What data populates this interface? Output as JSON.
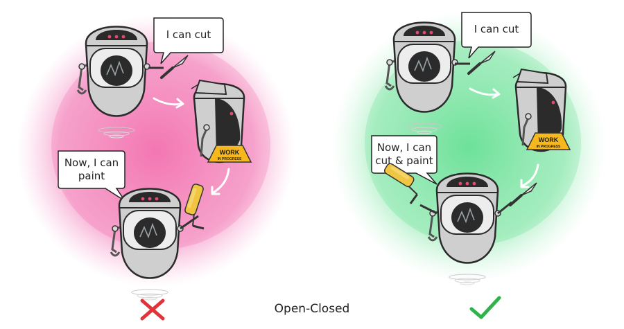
{
  "caption": "Open-Closed",
  "left_panel": {
    "bubble_cut": "I can cut",
    "bubble_paint_lines": [
      "Now, I can",
      "paint"
    ],
    "sign_lines": [
      "WORK",
      "IN PROGRESS"
    ],
    "mark_icon": "cross-icon",
    "mark_color": "#e0333a",
    "blob_color": "#f06bb0"
  },
  "right_panel": {
    "bubble_cut": "I can cut",
    "bubble_paint_lines": [
      "Now, I can",
      "cut & paint"
    ],
    "sign_lines": [
      "WORK",
      "IN PROGRESS"
    ],
    "mark_icon": "check-icon",
    "mark_color": "#2db34a",
    "blob_color": "#5ee08a"
  }
}
